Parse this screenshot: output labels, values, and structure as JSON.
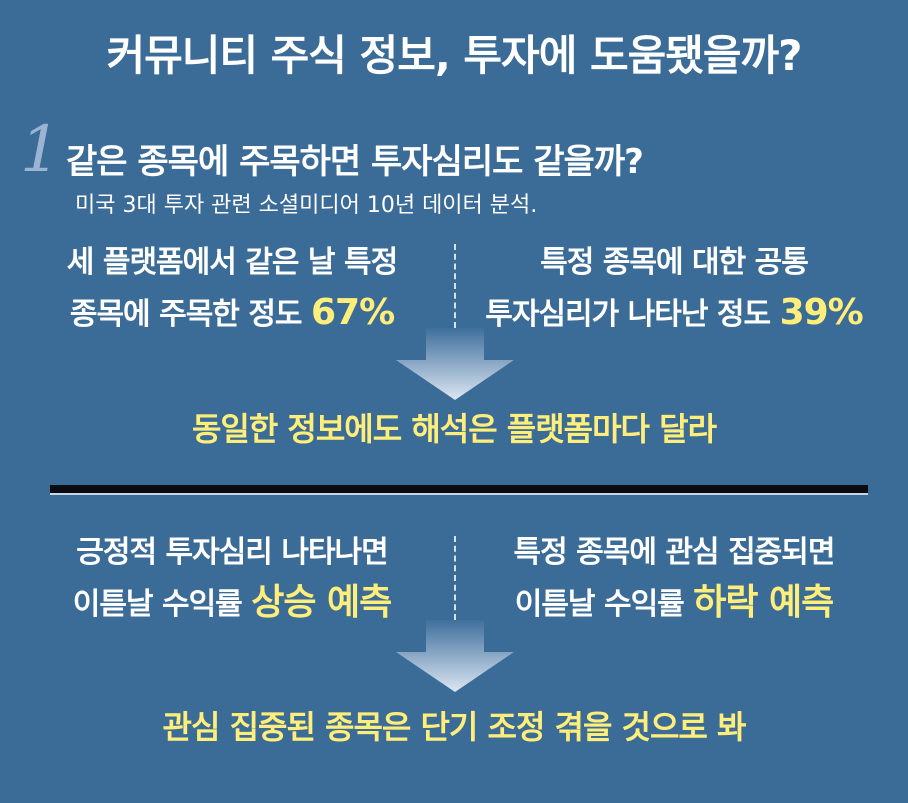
{
  "title": "커뮤니티 주식 정보, 투자에 도움됐을까?",
  "section1": {
    "number": "1",
    "heading": "같은 종목에 주목하면 투자심리도 같을까?",
    "subheading": "미국 3대 투자 관련 소셜미디어 10년 데이터 분석.",
    "left": {
      "line1": "세 플랫폼에서 같은 날 특정",
      "line2": "종목에 주목한 정도 ",
      "highlight": "67%"
    },
    "right": {
      "line1": "특정 종목에 대한 공통",
      "line2": "투자심리가 나타난 정도 ",
      "highlight": "39%"
    },
    "conclusion": "동일한 정보에도 해석은 플랫폼마다 달라"
  },
  "section2": {
    "left": {
      "line1": "긍정적 투자심리 나타나면",
      "line2": "이튿날 수익률 ",
      "highlight": "상승 예측"
    },
    "right": {
      "line1": "특정 종목에 관심 집중되면",
      "line2": "이튿날 수익률 ",
      "highlight": "하락 예측"
    },
    "conclusion": "관심 집중된 종목은 단기 조정 겪을 것으로 봐"
  },
  "colors": {
    "background": "#3b6b97",
    "highlight": "#ffef7a",
    "divider": "#0b0b12",
    "number": "#9bb4d4"
  }
}
